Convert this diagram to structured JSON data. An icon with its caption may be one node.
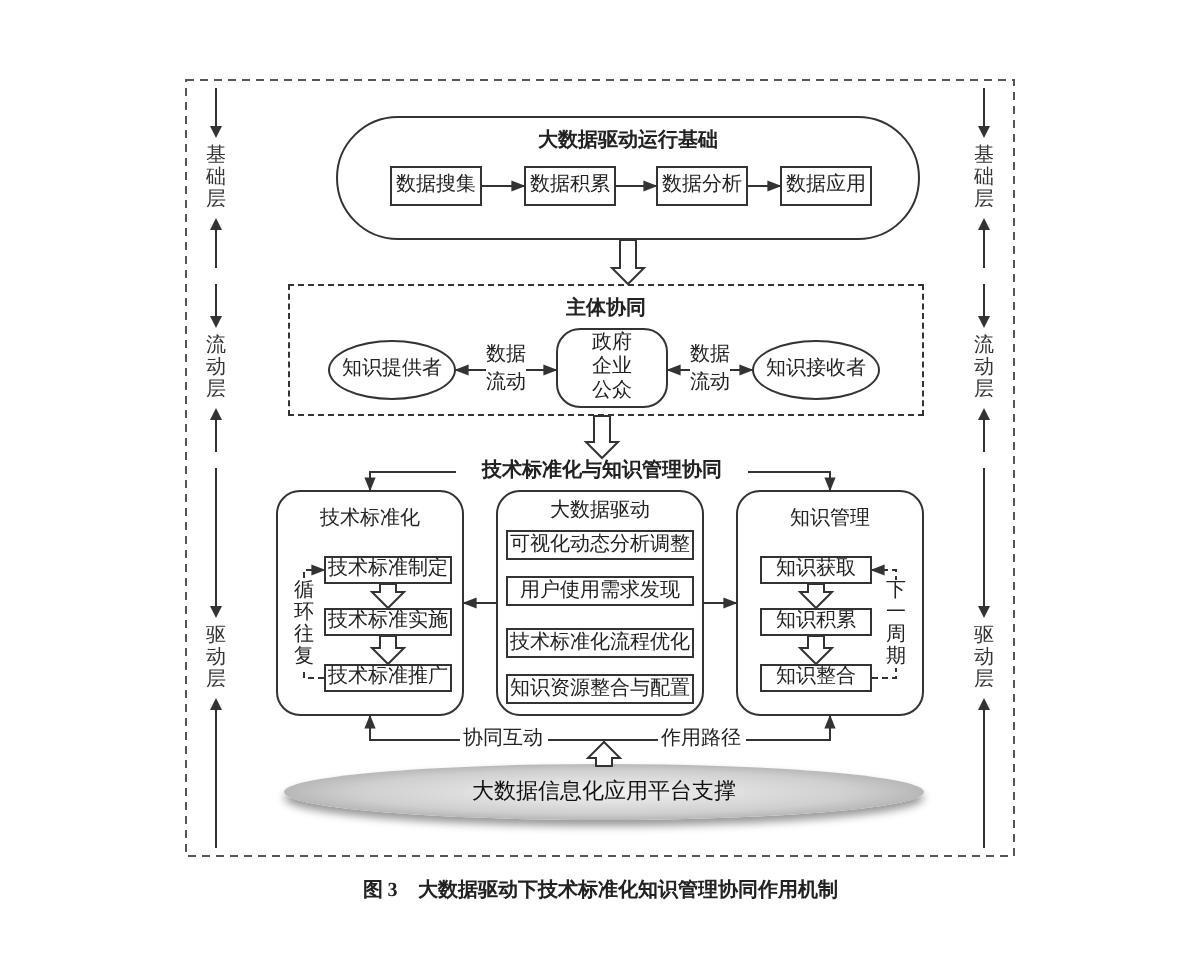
{
  "diagram": {
    "caption": "图 3　大数据驱动下技术标准化知识管理协同作用机制",
    "nodes": [
      {
        "text": [
          "大数据驱动运行基础"
        ]
      },
      {
        "text": [
          "数据搜集"
        ],
        "in": 0
      },
      {
        "text": [
          "数据积累"
        ],
        "in": 0
      },
      {
        "text": [
          "数据分析"
        ],
        "in": 0
      },
      {
        "text": [
          "数据应用"
        ],
        "in": 0
      },
      {
        "text": [
          "主体协同"
        ]
      },
      {
        "text": [
          "知识提供者"
        ],
        "in": 5
      },
      {
        "text": [
          "政府",
          "企业",
          "公众"
        ],
        "in": 5
      },
      {
        "text": [
          "知识接收者"
        ],
        "in": 5
      },
      {
        "text": [
          "技术标准化与知识管理协同"
        ]
      },
      {
        "text": [
          "技术标准化"
        ]
      },
      {
        "text": [
          "技术标准制定"
        ],
        "in": 10
      },
      {
        "text": [
          "技术标准实施"
        ],
        "in": 10
      },
      {
        "text": [
          "技术标准推广"
        ],
        "in": 10
      },
      {
        "text": [
          "大数据驱动"
        ]
      },
      {
        "text": [
          "可视化动态分析调整"
        ],
        "in": 14
      },
      {
        "text": [
          "用户使用需求发现"
        ],
        "in": 14
      },
      {
        "text": [
          "技术标准化流程优化"
        ],
        "in": 14
      },
      {
        "text": [
          "知识资源整合与配置"
        ],
        "in": 14
      },
      {
        "text": [
          "知识管理"
        ]
      },
      {
        "text": [
          "知识获取"
        ],
        "in": 19
      },
      {
        "text": [
          "知识积累"
        ],
        "in": 19
      },
      {
        "text": [
          "知识整合"
        ],
        "in": 19
      },
      {
        "text": [
          "大数据信息化应用平台支撑"
        ]
      }
    ],
    "edges": [
      {
        "from": 1,
        "to": 2,
        "arrow": "to"
      },
      {
        "from": 2,
        "to": 3,
        "arrow": "to"
      },
      {
        "from": 3,
        "to": 4,
        "arrow": "to"
      },
      {
        "from": 0,
        "to": 5,
        "arrow": "to",
        "style": "thick"
      },
      {
        "from": 6,
        "to": 7,
        "arrow": "both",
        "label": "数据流动"
      },
      {
        "from": 7,
        "to": 8,
        "arrow": "both",
        "label": "数据流动"
      },
      {
        "from": 5,
        "to": 9,
        "arrow": "to",
        "style": "thick"
      },
      {
        "from": 9,
        "to": 10,
        "arrow": "to"
      },
      {
        "from": 9,
        "to": 19,
        "arrow": "to"
      },
      {
        "from": 14,
        "to": 10,
        "arrow": "to"
      },
      {
        "from": 14,
        "to": 19,
        "arrow": "to"
      },
      {
        "from": 11,
        "to": 12,
        "arrow": "to",
        "style": "thick"
      },
      {
        "from": 12,
        "to": 13,
        "arrow": "to",
        "style": "thick"
      },
      {
        "from": 13,
        "to": 11,
        "arrow": "to",
        "style": "dashed",
        "label": "循环往复"
      },
      {
        "from": 20,
        "to": 21,
        "arrow": "to",
        "style": "thick"
      },
      {
        "from": 21,
        "to": 22,
        "arrow": "to",
        "style": "thick"
      },
      {
        "from": 22,
        "to": 20,
        "arrow": "to",
        "style": "dashed",
        "label": "下一周期"
      },
      {
        "from": 23,
        "to": 10,
        "arrow": "to",
        "label": "协同互动"
      },
      {
        "from": 23,
        "to": 19,
        "arrow": "to",
        "label": "作用路径"
      }
    ],
    "labels": [
      "基础层",
      "基础层",
      "流动层",
      "流动层",
      "驱动层",
      "驱动层"
    ]
  }
}
